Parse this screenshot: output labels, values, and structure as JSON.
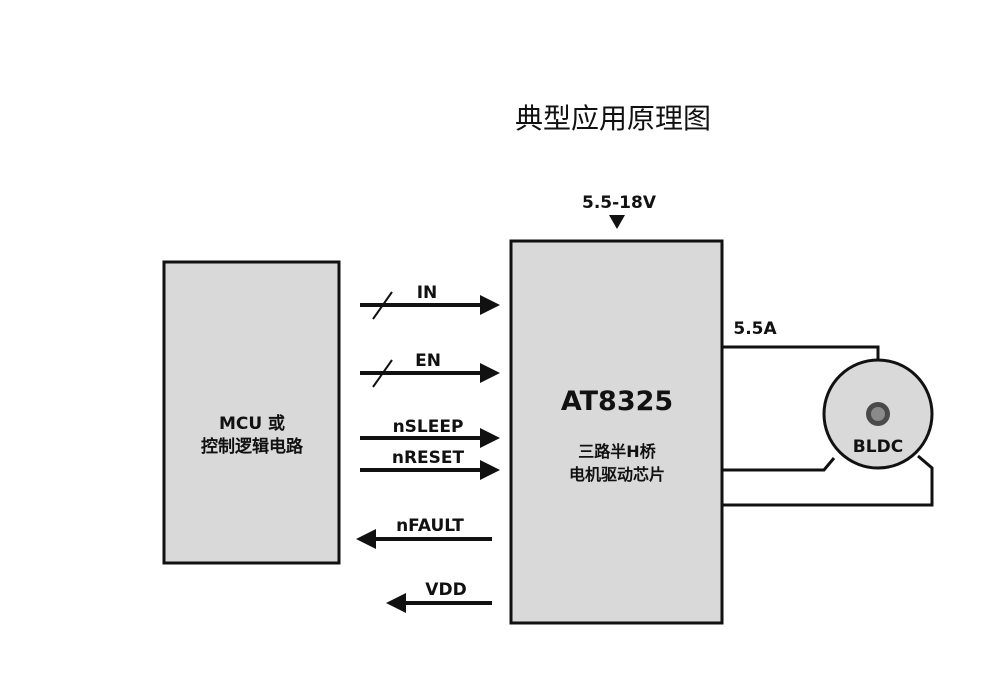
{
  "title": "典型应用原理图",
  "supply_label": "5.5-18V",
  "current_label": "5.5A",
  "mcu_block": {
    "line1": "MCU 或",
    "line2": "控制逻辑电路"
  },
  "driver_block": {
    "name": "AT8325",
    "desc_line1": "三路半H桥",
    "desc_line2": "电机驱动芯片"
  },
  "motor_label": "BLDC",
  "signals": {
    "in": "IN",
    "en": "EN",
    "nsleep": "nSLEEP",
    "nreset": "nRESET",
    "nfault": "nFAULT",
    "vdd": "VDD"
  },
  "colors": {
    "block_fill": "#d9d9d9",
    "stroke": "#111111",
    "motor_fill": "#d9d9d9",
    "shaft_outer": "#4a4a4a",
    "shaft_inner": "#8a8a8a"
  }
}
